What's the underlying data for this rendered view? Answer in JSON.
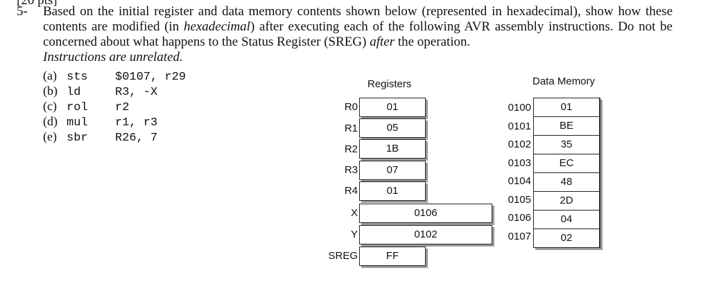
{
  "problem": {
    "cutoff_text": "[20 pts]",
    "number": "5-",
    "intro": "Based on the initial register and data memory contents shown below (represented in hexadecimal), show how these contents are modified (in ",
    "hex_word": "hexadecimal",
    "intro2": ") after executing each of the following AVR assembly instructions. Do not be concerned about what happens to the Status Register (SREG) ",
    "after_word": "after",
    "intro3": " the operation.",
    "last_line": "Instructions are unrelated."
  },
  "instructions": [
    {
      "label": "(a)",
      "op": "sts",
      "args": "$0107, r29"
    },
    {
      "label": "(b)",
      "op": "ld",
      "args": "R3, -X"
    },
    {
      "label": "(c)",
      "op": "rol",
      "args": "r2"
    },
    {
      "label": "(d)",
      "op": "mul",
      "args": "r1, r3"
    },
    {
      "label": "(e)",
      "op": "sbr",
      "args": "R26, 7"
    }
  ],
  "registers": {
    "title": "Registers",
    "items": [
      {
        "name": "R0",
        "value": "01"
      },
      {
        "name": "R1",
        "value": "05"
      },
      {
        "name": "R2",
        "value": "1B"
      },
      {
        "name": "R3",
        "value": "07"
      },
      {
        "name": "R4",
        "value": "01"
      },
      {
        "name": "X",
        "value": "0106"
      },
      {
        "name": "Y",
        "value": "0102"
      },
      {
        "name": "SREG",
        "value": "FF"
      }
    ]
  },
  "memory": {
    "title": "Data Memory",
    "items": [
      {
        "address": "0100",
        "value": "01"
      },
      {
        "address": "0101",
        "value": "BE"
      },
      {
        "address": "0102",
        "value": "35"
      },
      {
        "address": "0103",
        "value": "EC"
      },
      {
        "address": "0104",
        "value": "48"
      },
      {
        "address": "0105",
        "value": "2D"
      },
      {
        "address": "0106",
        "value": "04"
      },
      {
        "address": "0107",
        "value": "02"
      }
    ]
  }
}
